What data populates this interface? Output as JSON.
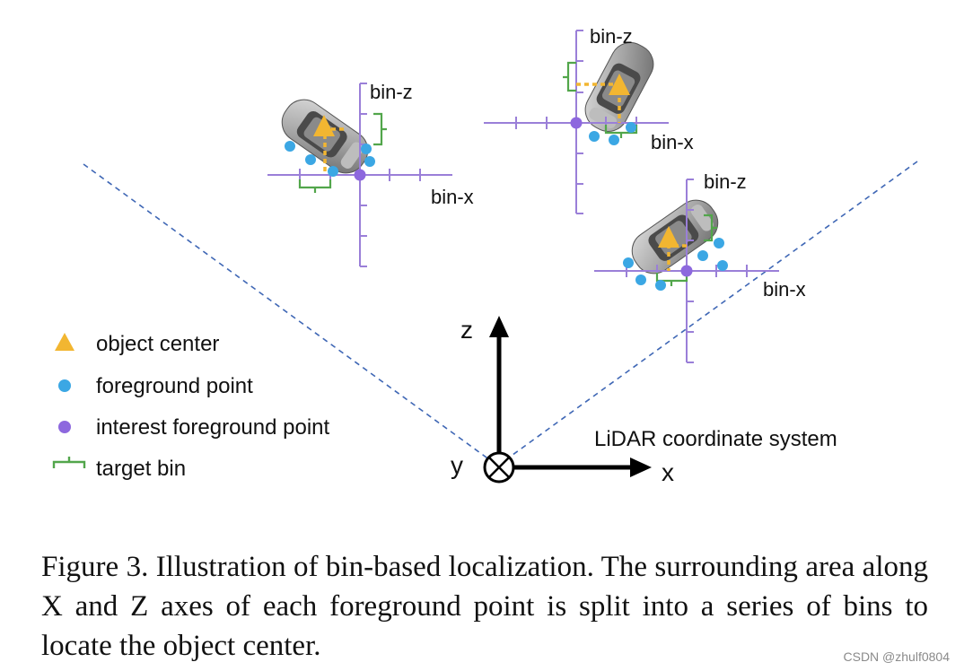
{
  "colors": {
    "axis": "#9a7fd8",
    "target_bin": "#52a64b",
    "object_center": "#f2b631",
    "foreground_point": "#3ba7e4",
    "interest_point": "#8d68de",
    "fov": "#3f67b5",
    "text": "#111111"
  },
  "cars": [
    {
      "bin_z_label": "bin-z",
      "bin_x_label": "bin-x"
    },
    {
      "bin_z_label": "bin-z",
      "bin_x_label": "bin-x"
    },
    {
      "bin_z_label": "bin-z",
      "bin_x_label": "bin-x"
    }
  ],
  "legend": [
    {
      "icon": "triangle-icon",
      "label": "object center"
    },
    {
      "icon": "blue-dot-icon",
      "label": "foreground point"
    },
    {
      "icon": "purple-dot-icon",
      "label": "interest foreground point"
    },
    {
      "icon": "bracket-icon",
      "label": "target bin"
    }
  ],
  "lidar": {
    "title": "LiDAR coordinate system",
    "z_label": "z",
    "x_label": "x",
    "y_label": "y"
  },
  "caption": "Figure 3. Illustration of bin-based localization. The surrounding area along X and Z axes of each foreground point is split into a series of bins to locate the object center.",
  "watermark": "CSDN @zhulf0804"
}
